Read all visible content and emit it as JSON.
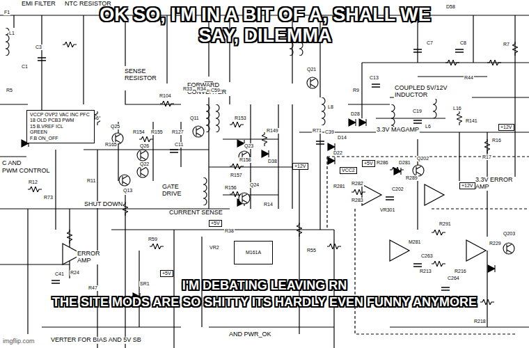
{
  "diagram": {
    "nodes": [
      {
        "text": [
          "VCCP OVP2 VAC INC PFC",
          "18 OLD PCB3 PWM",
          "15 B.VREF ICL",
          "GREEN",
          "F.B ON_OFF"
        ]
      },
      {
        "text": [
          "M161A"
        ]
      }
    ],
    "labels": [
      "OK SO, I'M IN A BIT OF A, SHALL WE SAY, DILEMMA",
      "I'M DEBATING LEAVING RN",
      "THE SITE MODS ARE SO SHITTY ITS HARDLY EVEN FUNNY ANYMORE",
      "EMI FILTER",
      "NTC RESISTOR",
      "F1",
      "SENSE RESISTOR",
      "FORWARD CONVERTER",
      "COUPLED 5V/12V INDUCTOR",
      "3.3V MAGAMP",
      "3.3V ERROR AMP",
      "GATE DRIVE",
      "SHUT DOWN",
      "CURRENT SENSE",
      "ERROR AMP",
      "C AND",
      "PWM CONTROL",
      "VERTER FOR BIAS AND 5V SB",
      "AND PWR_OK",
      "imgflip.com",
      "R104",
      "R33",
      "R34",
      "C59",
      "Q11",
      "R153",
      "Q23",
      "R149",
      "D38",
      "R158",
      "R157",
      "R156",
      "Q24",
      "R14",
      "R71",
      "C39",
      "D14",
      "D22",
      "L8",
      "C13",
      "R9",
      "D28",
      "C19",
      "L16",
      "R141",
      "R44",
      "R7",
      "C8",
      "C7",
      "D58",
      "C1",
      "C3",
      "L1",
      "R5",
      "R12",
      "R73",
      "R11",
      "R46",
      "Q25",
      "Q26",
      "Q13",
      "R165",
      "R154",
      "R155",
      "R127",
      "C11",
      "R282",
      "R281",
      "C202",
      "R283",
      "VR301",
      "R286",
      "D281",
      "Q202",
      "R289",
      "R291",
      "M281",
      "C263",
      "R213",
      "R216",
      "C264",
      "R229",
      "Q203",
      "R218",
      "R55",
      "R59",
      "R38",
      "VR2",
      "R24",
      "R47",
      "C41",
      "SR1",
      "+12V",
      "VCC2",
      "+5V",
      "+12V",
      "+12V",
      "+5V",
      "+5V",
      "L6",
      "R17",
      "R16",
      "Q21",
      "Q22"
    ]
  }
}
